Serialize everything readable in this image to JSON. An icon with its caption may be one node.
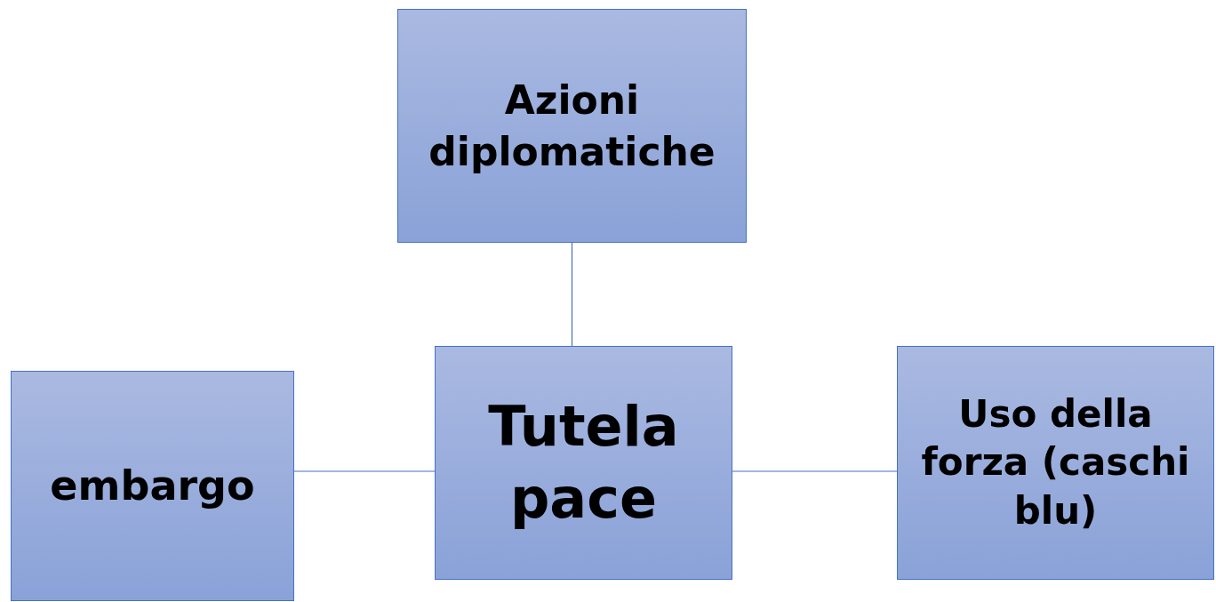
{
  "diagram": {
    "nodes": [
      {
        "text": [
          "Azioni diplomatiche"
        ]
      },
      {
        "text": [
          "embargo"
        ]
      },
      {
        "text": [
          "Tutela pace"
        ]
      },
      {
        "text": [
          "Uso della forza (caschi blu)"
        ]
      }
    ],
    "edges": [
      {
        "from": 2,
        "to": 0,
        "arrow": "none"
      },
      {
        "from": 1,
        "to": 2,
        "arrow": "none"
      },
      {
        "from": 2,
        "to": 3,
        "arrow": "none"
      }
    ]
  }
}
